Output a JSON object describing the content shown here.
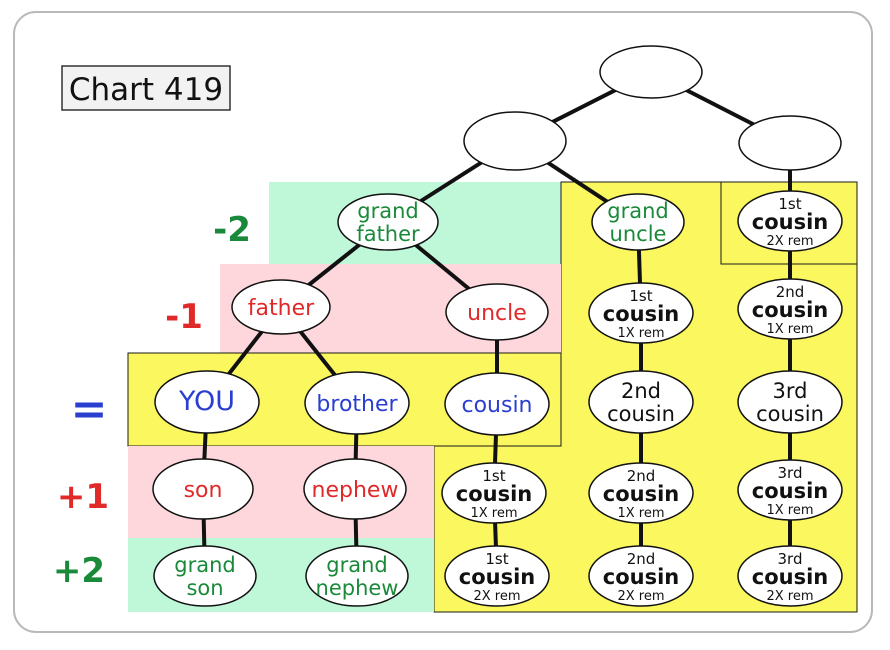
{
  "title": "Chart 419",
  "generations": {
    "g_minus2": "-2",
    "g_minus1": "-1",
    "g_zero": "=",
    "g_plus1": "+1",
    "g_plus2": "+2"
  },
  "nodes": {
    "top": [
      "",
      ""
    ],
    "left_ancestor": [
      "",
      ""
    ],
    "right_ancestor": [
      "",
      ""
    ],
    "grandfather": [
      "grand",
      "father"
    ],
    "granduncle": [
      "grand",
      "uncle"
    ],
    "cousin_1st_2x_top": [
      "1st",
      "cousin",
      "2X rem"
    ],
    "father": [
      "father"
    ],
    "uncle": [
      "uncle"
    ],
    "cousin_1st_1x_a": [
      "1st",
      "cousin",
      "1X rem"
    ],
    "cousin_2nd_1x_a": [
      "2nd",
      "cousin",
      "1X rem"
    ],
    "you": [
      "YOU"
    ],
    "brother": [
      "brother"
    ],
    "cousin": [
      "cousin"
    ],
    "cousin_2nd": [
      "2nd",
      "cousin"
    ],
    "cousin_3rd": [
      "3rd",
      "cousin"
    ],
    "son": [
      "son"
    ],
    "nephew": [
      "nephew"
    ],
    "cousin_1st_1x_b": [
      "1st",
      "cousin",
      "1X rem"
    ],
    "cousin_2nd_1x_b": [
      "2nd",
      "cousin",
      "1X rem"
    ],
    "cousin_3rd_1x_b": [
      "3rd",
      "cousin",
      "1X rem"
    ],
    "grandson": [
      "grand",
      "son"
    ],
    "grandnephew": [
      "grand",
      "nephew"
    ],
    "cousin_1st_2x_bottom": [
      "1st",
      "cousin",
      "2X rem"
    ],
    "cousin_2nd_2x_bottom": [
      "2nd",
      "cousin",
      "2X rem"
    ],
    "cousin_3rd_2x_bottom": [
      "3rd",
      "cousin",
      "2X rem"
    ]
  },
  "colors": {
    "green_bg": "#bff7d9",
    "pink_bg": "#fdd7dc",
    "yellow_bg": "#fbf75f",
    "green_text": "#1a8a3a",
    "red_text": "#e02a2a",
    "blue_text": "#2a3fd0",
    "black_text": "#111111"
  }
}
